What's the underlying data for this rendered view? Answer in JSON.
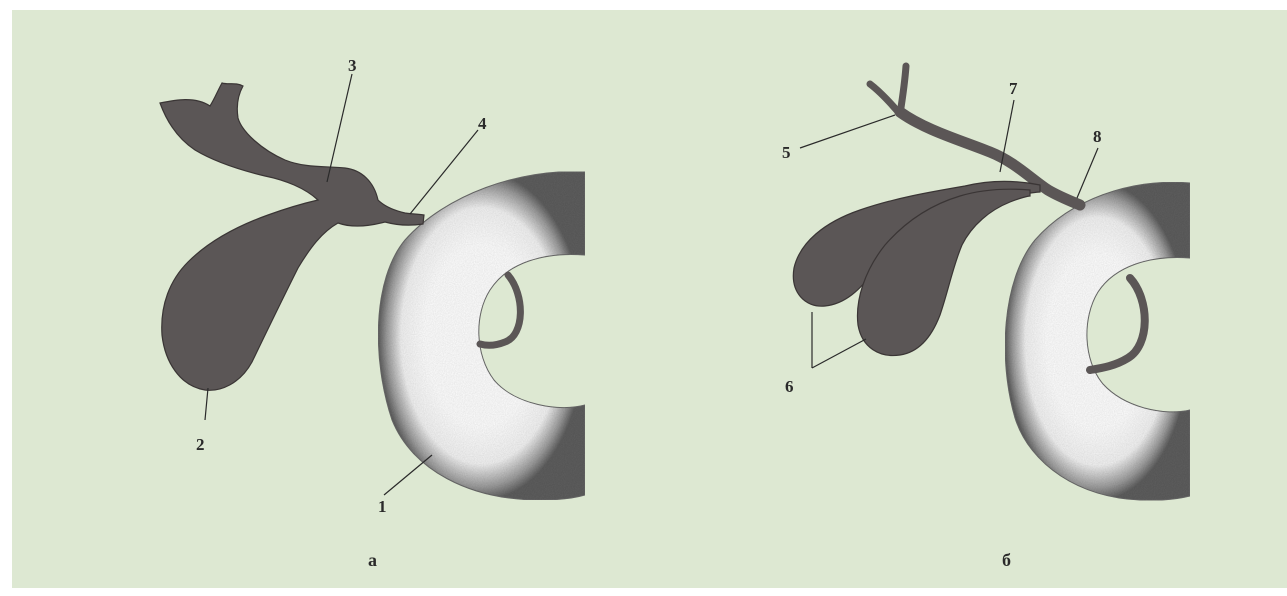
{
  "figure": {
    "background_color": "#dde8d2",
    "organ_color": "#5b5656",
    "duodenum_color": "#ffffff"
  },
  "panel_a": {
    "label": "а",
    "callouts": {
      "c1": "1",
      "c2": "2",
      "c3": "3",
      "c4": "4"
    }
  },
  "panel_b": {
    "label": "б",
    "callouts": {
      "c5": "5",
      "c6": "6",
      "c7": "7",
      "c8": "8"
    }
  }
}
